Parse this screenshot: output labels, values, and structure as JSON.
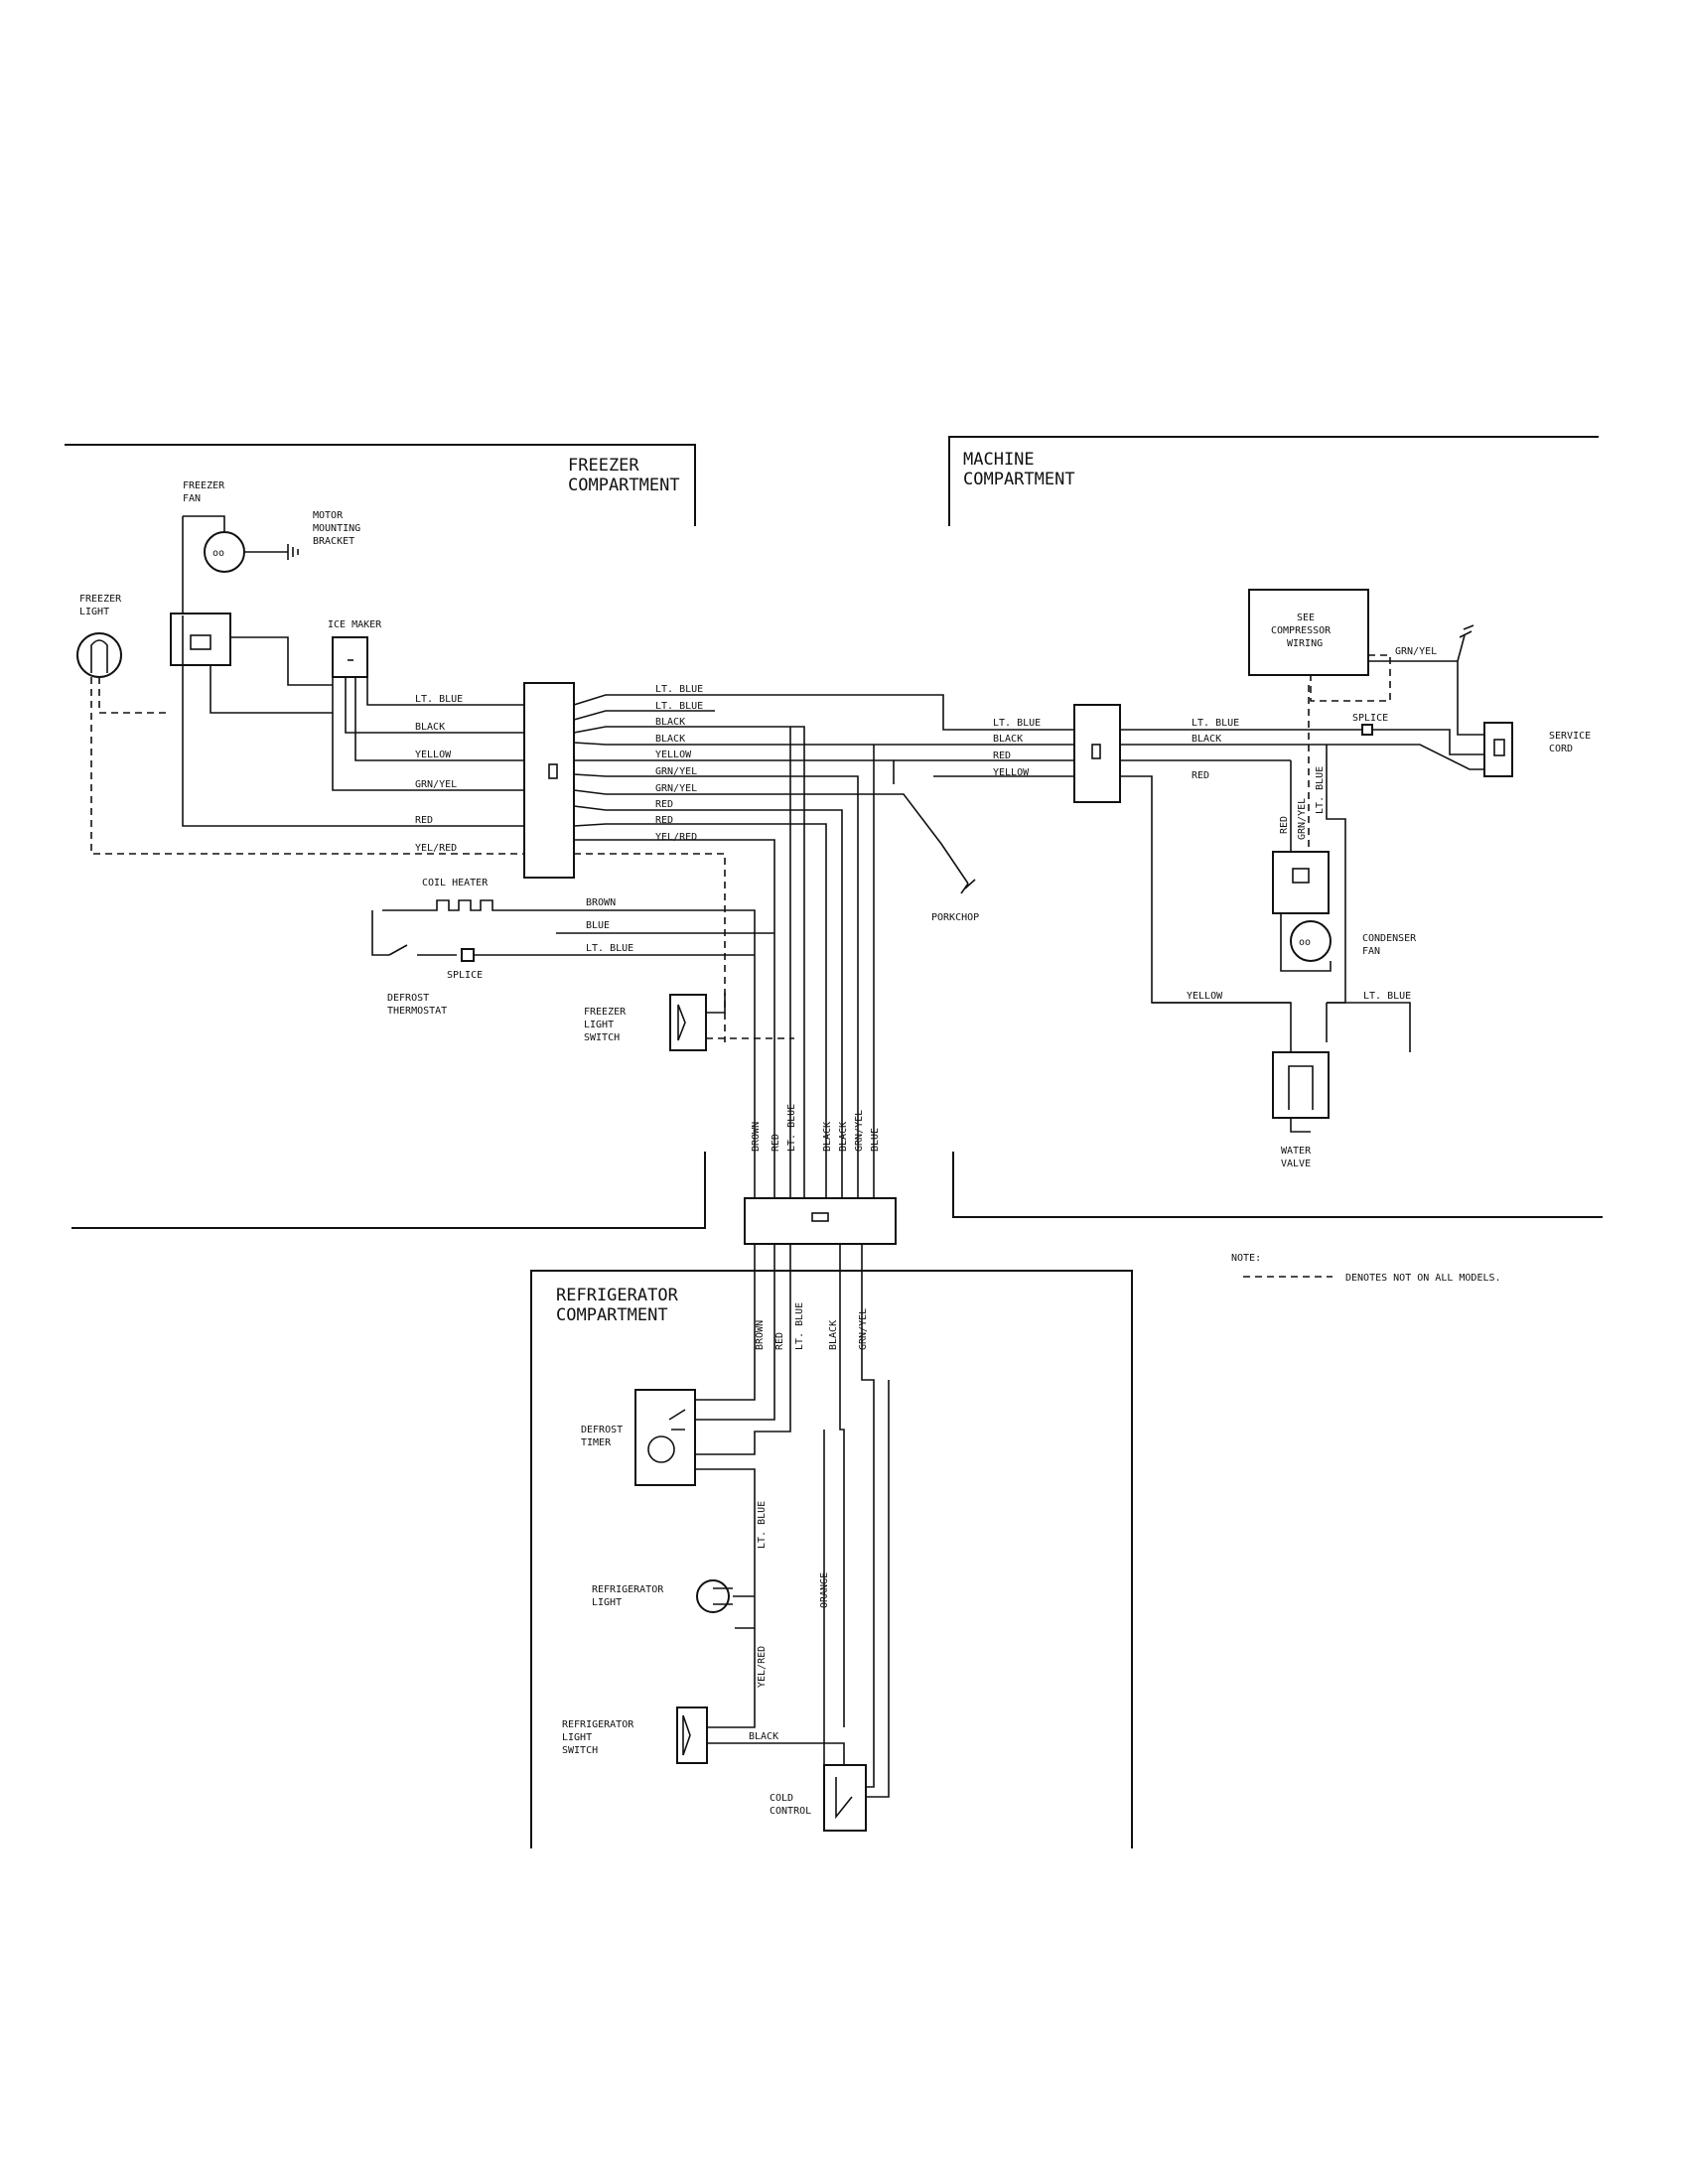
{
  "sections": {
    "freezer": [
      "FREEZER",
      "COMPARTMENT"
    ],
    "machine": [
      "MACHINE",
      "COMPARTMENT"
    ],
    "refrigerator": [
      "REFRIGERATOR",
      "COMPARTMENT"
    ]
  },
  "components": {
    "freezer_fan": [
      "FREEZER",
      "FAN"
    ],
    "motor_bracket": [
      "MOTOR",
      "MOUNTING",
      "BRACKET"
    ],
    "freezer_light": [
      "FREEZER",
      "LIGHT"
    ],
    "ice_maker": "ICE MAKER",
    "coil_heater": "COIL HEATER",
    "splice": "SPLICE",
    "defrost_thermostat": [
      "DEFROST",
      "THERMOSTAT"
    ],
    "freezer_light_switch": [
      "FREEZER",
      "LIGHT",
      "SWITCH"
    ],
    "porkchop": "PORKCHOP",
    "see_compressor": [
      "SEE",
      "COMPRESSOR",
      "WIRING"
    ],
    "service_cord": [
      "SERVICE",
      "CORD"
    ],
    "condenser_fan": [
      "CONDENSER",
      "FAN"
    ],
    "water_valve": [
      "WATER",
      "VALVE"
    ],
    "defrost_timer": [
      "DEFROST",
      "TIMER"
    ],
    "refrigerator_light": [
      "REFRIGERATOR",
      "LIGHT"
    ],
    "refrigerator_light_switch": [
      "REFRIGERATOR",
      "LIGHT",
      "SWITCH"
    ],
    "cold_control": [
      "COLD",
      "CONTROL"
    ]
  },
  "wires": {
    "left": [
      "LT. BLUE",
      "BLACK",
      "YELLOW",
      "GRN/YEL",
      "RED",
      "YEL/RED"
    ],
    "mid": [
      "LT. BLUE",
      "LT. BLUE",
      "BLACK",
      "BLACK",
      "YELLOW",
      "GRN/YEL",
      "GRN/YEL",
      "RED",
      "RED",
      "YEL/RED"
    ],
    "mach_left": [
      "LT. BLUE",
      "BLACK",
      "RED",
      "YELLOW"
    ],
    "mach_right": [
      "LT. BLUE",
      "BLACK",
      "RED"
    ],
    "grn_yel": "GRN/YEL",
    "heater": [
      "BROWN",
      "BLUE",
      "LT. BLUE"
    ],
    "vertical_upper": [
      "BROWN",
      "RED",
      "LT. BLUE",
      "BLACK",
      "BLACK",
      "GRN/YEL",
      "BLUE"
    ],
    "machine_vertical": [
      "RED",
      "GRN/YEL",
      "LT. BLUE"
    ],
    "yellow": "YELLOW",
    "lt_blue": "LT. BLUE",
    "vertical_lower": [
      "BROWN",
      "RED",
      "LT. BLUE",
      "BLACK",
      "GRN/YEL"
    ],
    "ltblue_r": "LT. BLUE",
    "orange": "ORANGE",
    "yel_red": "YEL/RED",
    "black_h": "BLACK"
  },
  "note": {
    "title": "NOTE:",
    "text": "DENOTES NOT ON ALL MODELS."
  }
}
